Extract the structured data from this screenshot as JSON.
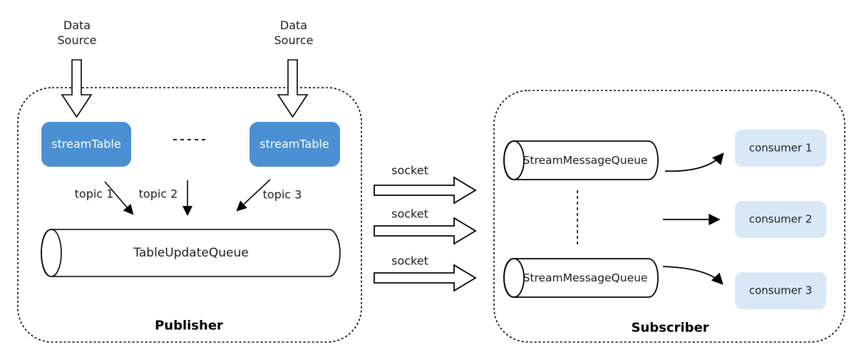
{
  "publisher": {
    "label": "Publisher",
    "data_sources": [
      "Data\nSource",
      "Data\nSource"
    ],
    "stream_tables": [
      "streamTable",
      "streamTable"
    ],
    "topics": [
      "topic 1",
      "topic 2",
      "topic 3"
    ],
    "queue": "TableUpdateQueue"
  },
  "sockets": [
    "socket",
    "socket",
    "socket"
  ],
  "subscriber": {
    "label": "Subscriber",
    "queues": [
      "StreamMessageQueue",
      "StreamMessageQueue"
    ],
    "consumers": [
      "consumer 1",
      "consumer 2",
      "consumer 3"
    ]
  },
  "colors": {
    "stream_table_fill": "#4a90d2",
    "stream_table_text": "#ffffff",
    "consumer_fill": "#d9e8f6",
    "line": "#000000"
  }
}
